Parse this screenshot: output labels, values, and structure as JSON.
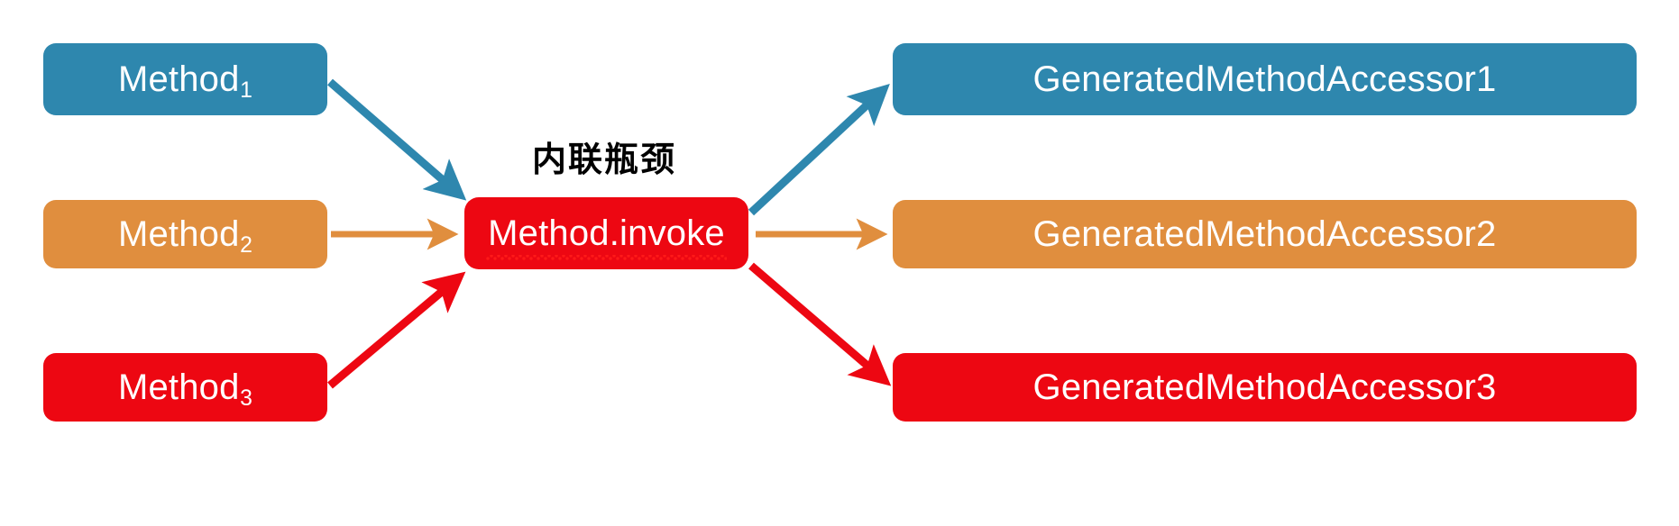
{
  "diagram": {
    "title_annotation": "内联瓶颈",
    "colors": {
      "blue": "#2E87AE",
      "orange": "#E08E3E",
      "red": "#ED0712",
      "background": "#FFFFFF",
      "text": "#FFFFFF",
      "annotation_text": "#000000"
    },
    "nodes": {
      "method1": {
        "text": "Method",
        "subscript": "1",
        "color": "#2E87AE"
      },
      "method2": {
        "text": "Method",
        "subscript": "2",
        "color": "#E08E3E"
      },
      "method3": {
        "text": "Method",
        "subscript": "3",
        "color": "#ED0712"
      },
      "invoke": {
        "text": "Method.invoke",
        "color": "#ED0712"
      },
      "accessor1": {
        "text": "GeneratedMethodAccessor1",
        "color": "#2E87AE"
      },
      "accessor2": {
        "text": "GeneratedMethodAccessor2",
        "color": "#E08E3E"
      },
      "accessor3": {
        "text": "GeneratedMethodAccessor3",
        "color": "#ED0712"
      }
    },
    "edges": [
      {
        "from": "method1",
        "to": "invoke",
        "color": "#2E87AE",
        "style": "diagonal-down"
      },
      {
        "from": "method2",
        "to": "invoke",
        "color": "#E08E3E",
        "style": "horizontal"
      },
      {
        "from": "method3",
        "to": "invoke",
        "color": "#ED0712",
        "style": "diagonal-up"
      },
      {
        "from": "invoke",
        "to": "accessor1",
        "color": "#2E87AE",
        "style": "diagonal-up"
      },
      {
        "from": "invoke",
        "to": "accessor2",
        "color": "#E08E3E",
        "style": "horizontal"
      },
      {
        "from": "invoke",
        "to": "accessor3",
        "color": "#ED0712",
        "style": "diagonal-down"
      }
    ]
  }
}
